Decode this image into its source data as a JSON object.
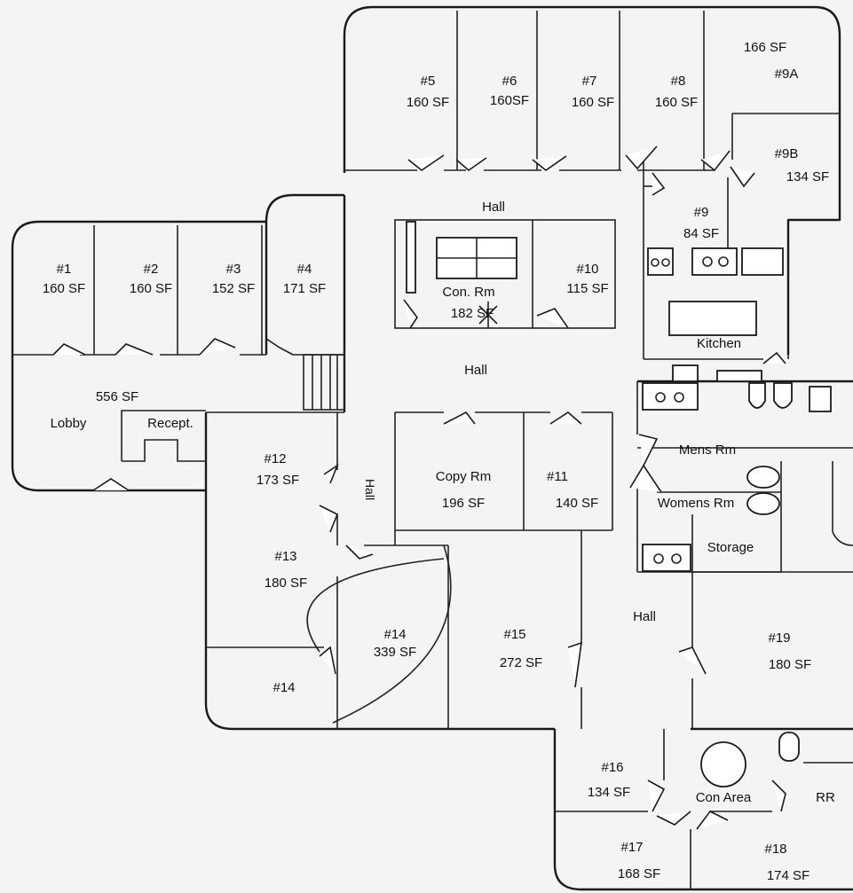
{
  "floorplan": {
    "rooms": [
      {
        "id": "room-1",
        "name": "#1",
        "area": "160 SF"
      },
      {
        "id": "room-2",
        "name": "#2",
        "area": "160 SF"
      },
      {
        "id": "room-3",
        "name": "#3",
        "area": "152 SF"
      },
      {
        "id": "room-4",
        "name": "#4",
        "area": "171 SF"
      },
      {
        "id": "room-5",
        "name": "#5",
        "area": "160 SF"
      },
      {
        "id": "room-6",
        "name": "#6",
        "area": "160SF"
      },
      {
        "id": "room-7",
        "name": "#7",
        "area": "160 SF"
      },
      {
        "id": "room-8",
        "name": "#8",
        "area": "160 SF"
      },
      {
        "id": "room-9a",
        "name": "#9A",
        "area": "166 SF"
      },
      {
        "id": "room-9b",
        "name": "#9B",
        "area": "134 SF"
      },
      {
        "id": "room-9",
        "name": "#9",
        "area": "84 SF"
      },
      {
        "id": "room-10",
        "name": "#10",
        "area": "115 SF"
      },
      {
        "id": "con-rm",
        "name": "Con. Rm",
        "area": "182 SF"
      },
      {
        "id": "lobby",
        "name": "Lobby",
        "area": "556 SF"
      },
      {
        "id": "recept",
        "name": "Recept.",
        "area": ""
      },
      {
        "id": "room-12",
        "name": "#12",
        "area": "173 SF"
      },
      {
        "id": "room-13",
        "name": "#13",
        "area": "180 SF"
      },
      {
        "id": "room-14-small",
        "name": "#14",
        "area": ""
      },
      {
        "id": "room-14",
        "name": "#14",
        "area": "339 SF"
      },
      {
        "id": "room-15",
        "name": "#15",
        "area": "272 SF"
      },
      {
        "id": "copy-rm",
        "name": "Copy Rm",
        "area": "196 SF"
      },
      {
        "id": "room-11",
        "name": "#11",
        "area": "140 SF"
      },
      {
        "id": "kitchen",
        "name": "Kitchen",
        "area": ""
      },
      {
        "id": "mens-rm",
        "name": "Mens Rm",
        "area": ""
      },
      {
        "id": "womens-rm",
        "name": "Womens Rm",
        "area": ""
      },
      {
        "id": "storage",
        "name": "Storage",
        "area": ""
      },
      {
        "id": "room-19",
        "name": "#19",
        "area": "180 SF"
      },
      {
        "id": "room-16",
        "name": "#16",
        "area": "134 SF"
      },
      {
        "id": "room-17",
        "name": "#17",
        "area": "168 SF"
      },
      {
        "id": "room-18",
        "name": "#18",
        "area": "174 SF"
      },
      {
        "id": "con-area",
        "name": "Con Area",
        "area": ""
      },
      {
        "id": "rr",
        "name": "RR",
        "area": ""
      }
    ],
    "halls": [
      "Hall",
      "Hall",
      "Hall",
      "Hall"
    ]
  }
}
